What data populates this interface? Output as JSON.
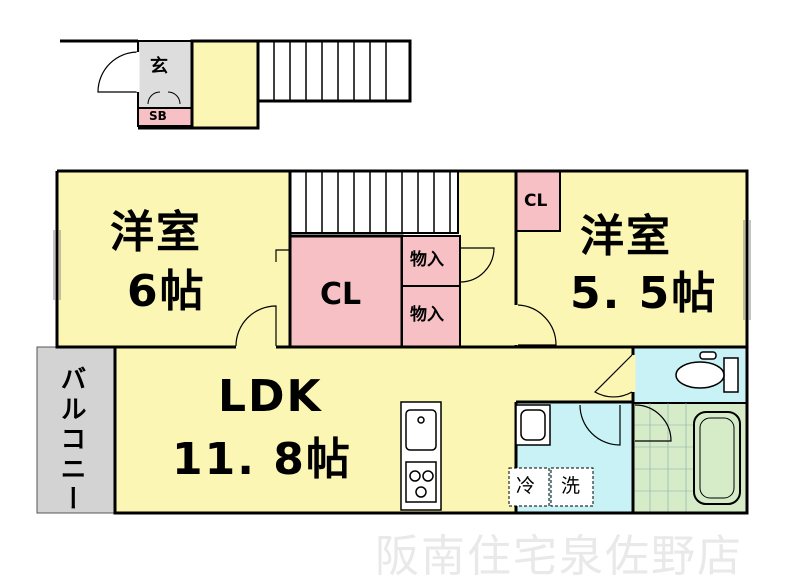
{
  "entrance": {
    "genkan": "玄",
    "sb": "SB"
  },
  "rooms": {
    "western_room_1": {
      "line1": "洋室",
      "line2": "6帖"
    },
    "western_room_2": {
      "line1": "洋室",
      "line2": "5. 5帖"
    },
    "closet_main": "CL",
    "closet_small": "CL",
    "storage_1": "物入",
    "storage_2": "物入",
    "ldk": {
      "line1": "LDK",
      "line2": "11. 8帖"
    },
    "balcony": "バルコニー",
    "fridge": "冷",
    "washer": "洗"
  },
  "watermark": "阪南住宅泉佐野店",
  "colors": {
    "room_yellow": "#fbf6b4",
    "closet_pink": "#f7c0c5",
    "wet_blue": "#c9f2f7",
    "bath_green": "#d6ecc9",
    "balcony_gray": "#d3d3d3",
    "wall": "#000000"
  }
}
